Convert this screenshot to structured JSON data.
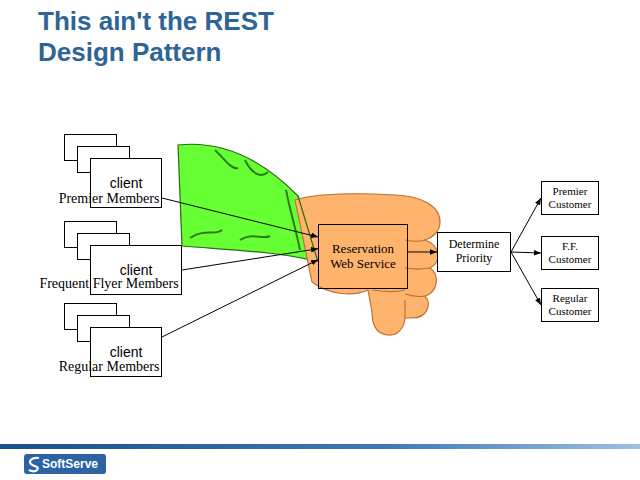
{
  "diagram": {
    "title": "This ain't the REST Design Pattern",
    "nodes": [
      {
        "text": [
          "client",
          "Premier Members"
        ]
      },
      {
        "text": [
          "client",
          "Frequent Flyer Members"
        ]
      },
      {
        "text": [
          "client",
          "Regular Members"
        ]
      },
      {
        "text": [
          "Reservation Web Service"
        ]
      },
      {
        "text": [
          "Determine Priority"
        ]
      },
      {
        "text": [
          "Premier Customer"
        ]
      },
      {
        "text": [
          "F.F. Customer"
        ]
      },
      {
        "text": [
          "Regular Customer"
        ]
      }
    ],
    "edges": [
      {
        "from": 0,
        "to": 3,
        "arrow": "to"
      },
      {
        "from": 1,
        "to": 3,
        "arrow": "to"
      },
      {
        "from": 2,
        "to": 3,
        "arrow": "to"
      },
      {
        "from": 3,
        "to": 4,
        "arrow": "to"
      },
      {
        "from": 4,
        "to": 5,
        "arrow": "to"
      },
      {
        "from": 4,
        "to": 6,
        "arrow": "to"
      },
      {
        "from": 4,
        "to": 7,
        "arrow": "to"
      }
    ],
    "labels": [
      "SoftServe"
    ]
  }
}
